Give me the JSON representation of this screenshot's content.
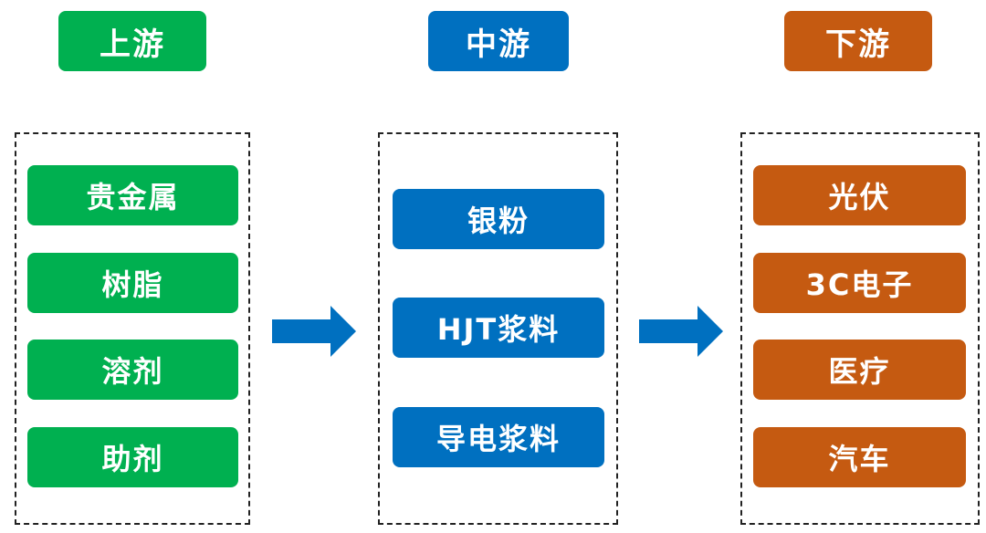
{
  "colors": {
    "upstream": "#00b050",
    "midstream": "#0070c0",
    "downstream": "#c55a11",
    "arrow": "#0070c0"
  },
  "columns": [
    {
      "header": "上游",
      "items": [
        "贵金属",
        "树脂",
        "溶剂",
        "助剂"
      ]
    },
    {
      "header": "中游",
      "items": [
        "银粉",
        "HJT浆料",
        "导电浆料"
      ]
    },
    {
      "header": "下游",
      "items": [
        "光伏",
        "3C电子",
        "医疗",
        "汽车"
      ]
    }
  ],
  "arrows": [
    "right-arrow-icon",
    "right-arrow-icon"
  ]
}
